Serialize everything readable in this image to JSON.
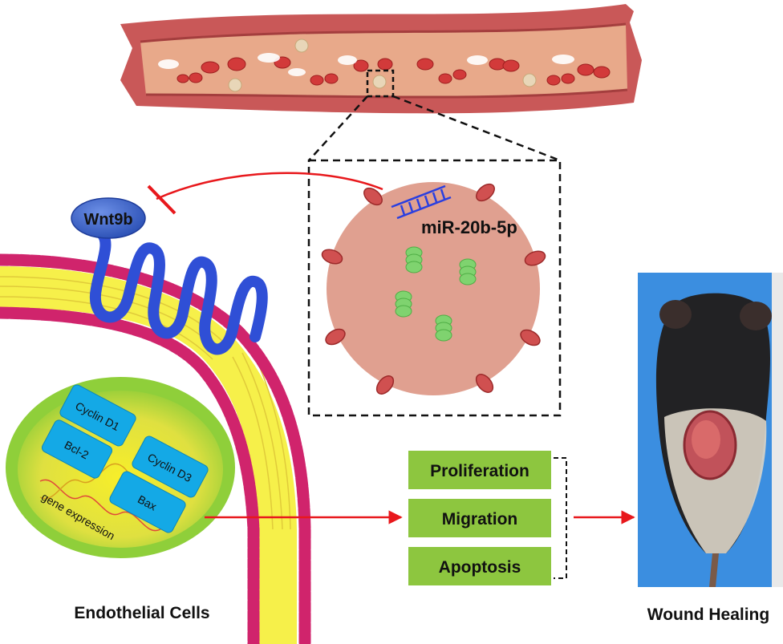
{
  "mirna_label": "miR-20b-5p",
  "receptor_label": "Wnt9b",
  "nucleus_boxes": [
    "Cyclin D1",
    "Bcl-2",
    "Cyclin D3",
    "Bax"
  ],
  "gene_expression_label": "gene expression",
  "cell_label": "Endothelial Cells",
  "outcomes": [
    "Proliferation",
    "Migration",
    "Apoptosis"
  ],
  "result_label": "Wound Healing",
  "result_photo": "mouse-with-wound-photo",
  "colors": {
    "vessel_outer": "#c85a5a",
    "vessel_inner": "#e9a888",
    "vesicle": "#dfa093",
    "receptor": "#2f4fd6",
    "ligand": "#2f5cc4",
    "membrane_head": "#d0246c",
    "membrane_tail": "#f6f04a",
    "nucleus": "#8fcf3a",
    "gene_box": "#14a9e6",
    "outcome_box": "#8dc63f",
    "arrow": "#e8181c"
  }
}
